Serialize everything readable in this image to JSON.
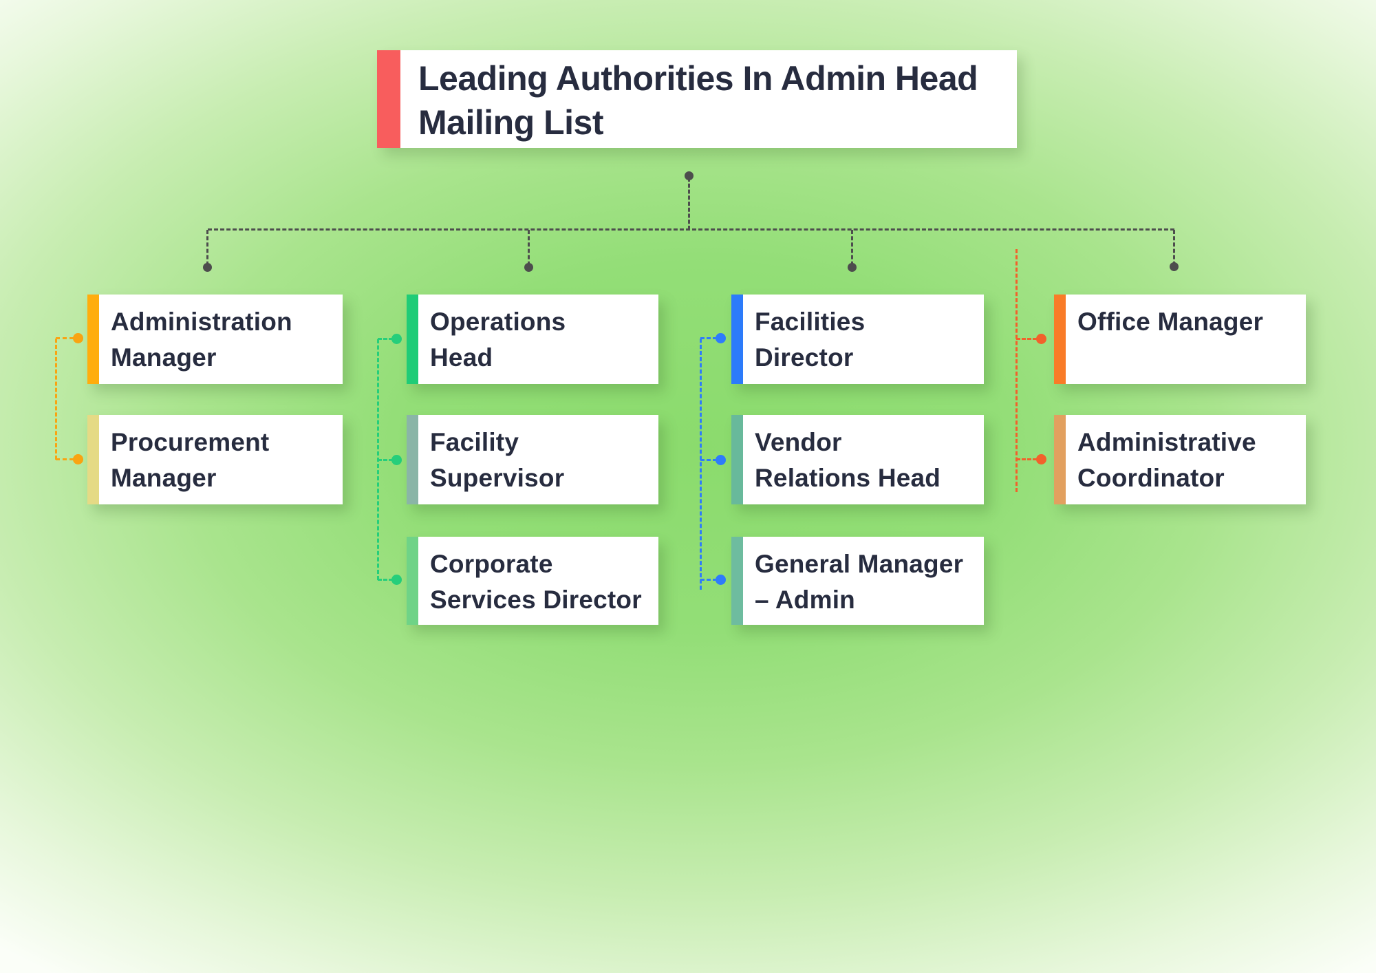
{
  "theme": {
    "background_center": "#8BDB6D",
    "background_edge": "#FBFEF8",
    "tree_color": "#4D4D4D",
    "text_color": "#272C3F",
    "card_bg": "#FFFFFF"
  },
  "title": {
    "label": "Leading Authorities In Admin Head Mailing List",
    "lines": [
      "Leading Authorities In Admin Head",
      "Mailing List"
    ],
    "accent": "#F85D5D"
  },
  "columns": [
    {
      "name": "column-1",
      "connector_color": "#F9A412",
      "cards": [
        {
          "label": "Administration Manager",
          "lines": [
            "Administration",
            "Manager"
          ],
          "accent": "#FFAD0D"
        },
        {
          "label": "Procurement Manager",
          "lines": [
            "Procurement",
            "Manager"
          ],
          "accent": "#E5DA85"
        }
      ]
    },
    {
      "name": "column-2",
      "connector_color": "#25CE7B",
      "cards": [
        {
          "label": "Operations Head",
          "lines": [
            "Operations",
            "Head"
          ],
          "accent": "#1FCC77"
        },
        {
          "label": "Facility Supervisor",
          "lines": [
            "Facility",
            "Supervisor"
          ],
          "accent": "#8AB5A7"
        },
        {
          "label": "Corporate Services Director",
          "lines": [
            "Corporate",
            "Services Director"
          ],
          "accent": "#6FD387"
        }
      ]
    },
    {
      "name": "column-3",
      "connector_color": "#2E7BFB",
      "cards": [
        {
          "label": "Facilities Director",
          "lines": [
            "Facilities",
            "Director"
          ],
          "accent": "#2C7BFA"
        },
        {
          "label": "Vendor Relations Head",
          "lines": [
            "Vendor",
            "Relations Head"
          ],
          "accent": "#68B99B"
        },
        {
          "label": "General Manager – Admin",
          "lines": [
            "General Manager",
            "– Admin"
          ],
          "accent": "#6EBC9F"
        }
      ]
    },
    {
      "name": "column-4",
      "connector_color": "#F2612B",
      "cards": [
        {
          "label": "Office Manager",
          "lines": [
            "Office Manager",
            ""
          ],
          "accent": "#F97B28"
        },
        {
          "label": "Administrative Coordinator",
          "lines": [
            "Administrative",
            "Coordinator"
          ],
          "accent": "#E2A05F"
        }
      ]
    }
  ]
}
